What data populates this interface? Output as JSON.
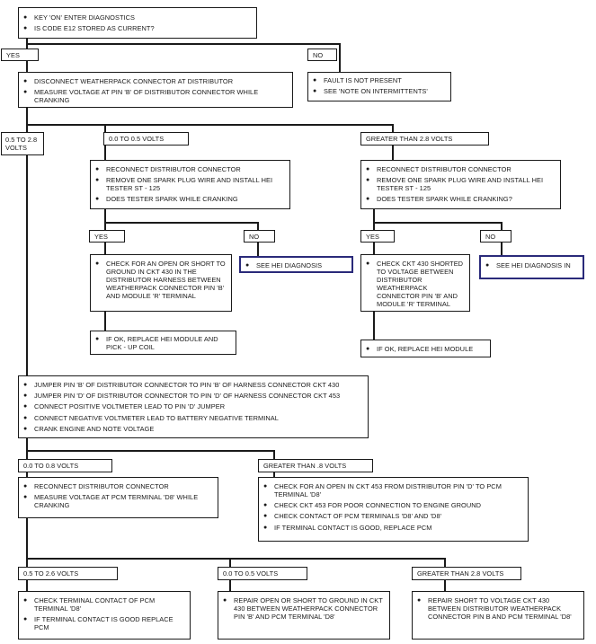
{
  "boxes": {
    "start": [
      "KEY 'ON' ENTER DIAGNOSTICS",
      "IS CODE E12 STORED AS CURRENT?"
    ],
    "yes1": "YES",
    "no1": "NO",
    "disconnect": [
      "DISCONNECT WEATHERPACK CONNECTOR AT DISTRIBUTOR",
      "MEASURE VOLTAGE AT PIN 'B' OF DISTRIBUTOR CONNECTOR WHILE CRANKING"
    ],
    "fault": [
      "FAULT IS NOT PRESENT",
      "SEE 'NOTE ON INTERMITTENTS'"
    ],
    "v05_28": "0.5 TO 2.8 VOLTS",
    "v0_05": "0.0 TO 0.5 VOLTS",
    "vgt28": "GREATER THAN 2.8 VOLTS",
    "reconnect_left": [
      "RECONNECT DISTRIBUTOR CONNECTOR",
      "REMOVE ONE SPARK PLUG WIRE AND INSTALL HEI TESTER ST - 125",
      "DOES TESTER SPARK WHILE CRANKING"
    ],
    "reconnect_right": [
      "RECONNECT DISTRIBUTOR CONNECTOR",
      "REMOVE ONE SPARK PLUG WIRE AND INSTALL HEI TESTER ST - 125",
      "DOES TESTER SPARK WHILE CRANKING?"
    ],
    "yes_l": "YES",
    "no_l": "NO",
    "yes_r": "YES",
    "no_r": "NO",
    "check_open": [
      "CHECK FOR AN OPEN OR SHORT TO GROUND IN CKT 430 IN THE DISTRIBUTOR HARNESS BETWEEN WEATHERPACK CONNECTOR PIN 'B' AND MODULE 'R' TERMINAL"
    ],
    "see_hei_l": [
      "SEE HEI DIAGNOSIS"
    ],
    "check_ckt430": [
      "CHECK CKT 430 SHORTED TO VOLTAGE BETWEEN DISTRIBUTOR WEATHERPACK CONNECTOR PIN 'B' AND MODULE 'R' TERMINAL"
    ],
    "see_hei_r": [
      "SEE HEI DIAGNOSIS IN"
    ],
    "replace_coil": [
      "IF OK, REPLACE HEI MODULE AND PICK - UP COIL"
    ],
    "replace_module": [
      "IF OK, REPLACE HEI MODULE"
    ],
    "jumper": [
      "JUMPER PIN 'B' OF DISTRIBUTOR CONNECTOR TO PIN 'B' OF HARNESS CONNECTOR CKT 430",
      "JUMPER PIN 'D' OF DISTRIBUTOR CONNECTOR TO PIN 'D' OF HARNESS CONNECTOR CKT 453",
      "CONNECT POSITIVE VOLTMETER LEAD TO PIN 'D' JUMPER",
      "CONNECT NEGATIVE VOLTMETER LEAD TO BATTERY NEGATIVE TERMINAL",
      "CRANK ENGINE AND NOTE VOLTAGE"
    ],
    "v0_08": "0.0 TO 0.8 VOLTS",
    "vgt08": "GREATER THAN .8 VOLTS",
    "reconnect_pcm": [
      "RECONNECT DISTRIBUTOR CONNECTOR",
      "MEASURE VOLTAGE AT PCM TERMINAL 'D8' WHILE CRANKING"
    ],
    "check_ckt453": [
      "CHECK FOR AN OPEN IN CKT 453 FROM DISTRIBUTOR PIN 'D' TO PCM TERMINAL 'D8'",
      "CHECK CKT 453 FOR POOR CONNECTION TO ENGINE GROUND",
      "CHECK CONTACT OF PCM TERMINALS 'D8' AND 'D8'",
      "IF TERMINAL CONTACT IS GOOD, REPLACE PCM"
    ],
    "b_05_26": "0.5 TO 2.6 VOLTS",
    "b_0_05": "0.0 TO 0.5 VOLTS",
    "b_gt28": "GREATER THAN 2.8 VOLTS",
    "check_contact": [
      "CHECK TERMINAL CONTACT OF PCM TERMINAL 'D8'",
      "IF TERMINAL CONTACT IS GOOD REPLACE PCM"
    ],
    "repair_open": [
      "REPAIR OPEN OR SHORT TO GROUND IN CKT 430 BETWEEN WEATHERPACK CONNECTOR PIN 'B' AND PCM TERMINAL 'D8'"
    ],
    "repair_short": [
      "REPAIR SHORT TO VOLTAGE CKT 430 BETWEEN DISTRIBUTOR WEATHERPACK CONNECTOR PIN B AND PCM TERMINAL 'D8'"
    ]
  }
}
